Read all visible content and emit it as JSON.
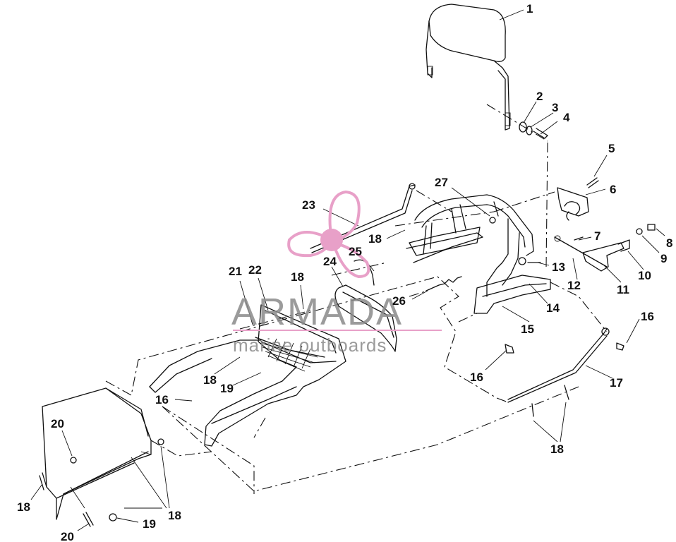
{
  "diagram": {
    "part_labels": [
      "1",
      "2",
      "3",
      "4",
      "5",
      "6",
      "7",
      "8",
      "9",
      "10",
      "11",
      "12",
      "13",
      "14",
      "15",
      "16",
      "16",
      "16",
      "17",
      "18",
      "18",
      "18",
      "18",
      "18",
      "18",
      "19",
      "19",
      "20",
      "20",
      "21",
      "22",
      "23",
      "24",
      "25",
      "26",
      "27"
    ]
  },
  "watermark": {
    "title": "ARMADA",
    "subtitle": "marine outboards",
    "color_text": "#8a8a8a",
    "color_logo": "#e8a0c8"
  }
}
